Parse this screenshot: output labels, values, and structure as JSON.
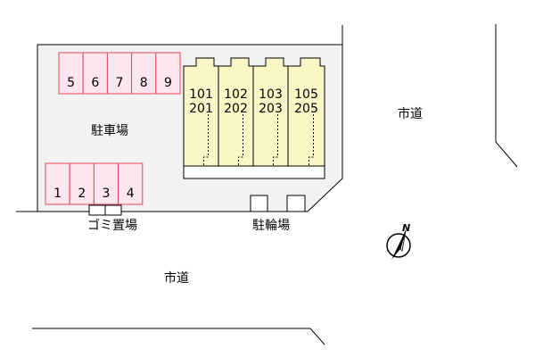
{
  "labels": {
    "parking": "駐車場",
    "road_east": "市道",
    "road_south": "市道",
    "garbage": "ゴミ置場",
    "bicycle": "駐輪場",
    "north": "N"
  },
  "parking_upper": [
    "5",
    "6",
    "7",
    "8",
    "9"
  ],
  "parking_lower": [
    "1",
    "2",
    "3",
    "4"
  ],
  "units": [
    {
      "upper": "101",
      "lower": "201"
    },
    {
      "upper": "102",
      "lower": "202"
    },
    {
      "upper": "103",
      "lower": "203"
    },
    {
      "upper": "105",
      "lower": "205"
    }
  ],
  "colors": {
    "parking_fill": "#fde6ec",
    "parking_stroke": "#e8455f",
    "building_fill": "#fbf6c6",
    "lot_fill": "#f2f2f2"
  }
}
